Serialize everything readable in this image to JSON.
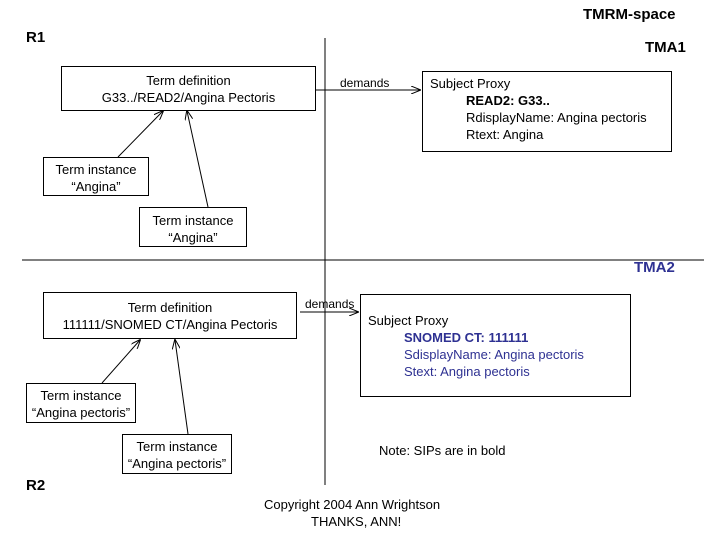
{
  "header": {
    "title": "TMRM-space"
  },
  "regions": {
    "r1": "R1",
    "r2": "R2",
    "tma1": "TMA1",
    "tma2": "TMA2"
  },
  "top": {
    "term_definition": {
      "line1": "Term definition",
      "line2": "G33../READ2/Angina Pectoris"
    },
    "term_instance_1": {
      "line1": "Term instance",
      "line2": "“Angina”"
    },
    "term_instance_2": {
      "line1": "Term instance",
      "line2": "“Angina”"
    },
    "demands_label": "demands",
    "subject_proxy": {
      "title": "Subject Proxy",
      "sip": "READ2: G33..",
      "line2": "RdisplayName: Angina pectoris",
      "line3": "Rtext: Angina"
    }
  },
  "bottom": {
    "term_definition": {
      "line1": "Term definition",
      "line2": "111111/SNOMED CT/Angina Pectoris"
    },
    "term_instance_1": {
      "line1": "Term instance",
      "line2": "“Angina pectoris”"
    },
    "term_instance_2": {
      "line1": "Term instance",
      "line2": "“Angina pectoris”"
    },
    "demands_label": "demands",
    "subject_proxy": {
      "title": "Subject Proxy",
      "sip": "SNOMED CT: 111111",
      "line2": "SdisplayName: Angina pectoris",
      "line3": "Stext: Angina pectoris"
    }
  },
  "note": "Note: SIPs are in bold",
  "footer": {
    "copyright": "Copyright 2004 Ann Wrightson",
    "thanks": "THANKS, ANN!"
  },
  "colors": {
    "tma2_blue": "#2e3192",
    "text": "#000000"
  }
}
